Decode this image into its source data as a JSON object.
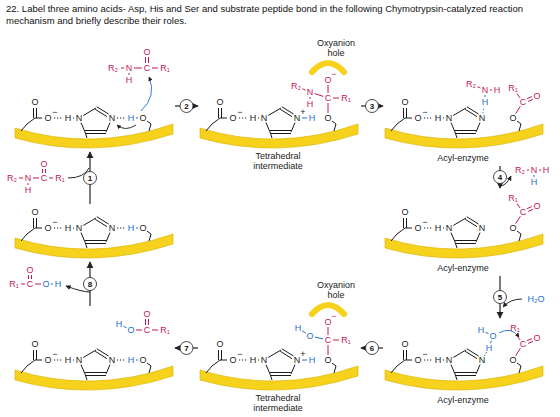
{
  "diagram": {
    "title": "22. Label three amino acids- Asp, His and Ser and substrate peptide bond in the following Chymotrypsin-catalyzed reaction mechanism and briefly describe their roles.",
    "nodes": [
      {
        "text": [
          "O",
          "O",
          "−",
          "H",
          "N",
          "N",
          "H",
          "O",
          "R₂",
          "N",
          "H",
          "C",
          "O",
          "R₁"
        ]
      },
      {
        "text": [
          "Oxyanion hole",
          "Tetrahedral intermediate",
          "O",
          "O",
          "−",
          "H",
          "N",
          "N",
          "+",
          "H",
          "O",
          "C",
          "O",
          "−",
          "N",
          "H",
          "R₂",
          "R₁"
        ]
      },
      {
        "text": [
          "Acyl-enzyme",
          "O",
          "O",
          "−",
          "H",
          "N",
          "N",
          "R₂",
          "N",
          "H",
          "H",
          "O",
          "C",
          "O",
          "R₁"
        ]
      },
      {
        "text": [
          "O",
          "O",
          "−",
          "H",
          "N",
          "N",
          "H",
          "O"
        ]
      },
      {
        "text": [
          "Acyl-enzyme",
          "O",
          "O",
          "−",
          "H",
          "N",
          "N",
          "O",
          "C",
          "O",
          "R₁"
        ]
      },
      {
        "text": [
          "O",
          "O",
          "−",
          "H",
          "N",
          "N",
          "H",
          "O",
          "H",
          "O",
          "C",
          "O",
          "R₁"
        ]
      },
      {
        "text": [
          "Oxyanion hole",
          "Tetrahedral intermediate",
          "O",
          "O",
          "−",
          "H",
          "N",
          "N",
          "+",
          "H",
          "O",
          "C",
          "O",
          "−",
          "H",
          "O",
          "R₁"
        ]
      },
      {
        "text": [
          "Acyl-enzyme",
          "O",
          "O",
          "−",
          "H",
          "N",
          "N",
          "H",
          "O",
          "H",
          "O",
          "C",
          "O",
          "R₁"
        ]
      }
    ],
    "edges": [
      {
        "from": 3,
        "to": 0,
        "label": "1",
        "arrow": "to"
      },
      {
        "from": 0,
        "to": 1,
        "label": "2",
        "arrow": "to"
      },
      {
        "from": 1,
        "to": 2,
        "label": "3",
        "arrow": "to"
      },
      {
        "from": 2,
        "to": 4,
        "label": "4",
        "arrow": "to"
      },
      {
        "from": 4,
        "to": 7,
        "label": "5",
        "arrow": "to"
      },
      {
        "from": 7,
        "to": 6,
        "label": "6",
        "arrow": "to"
      },
      {
        "from": 6,
        "to": 5,
        "label": "7",
        "arrow": "to"
      },
      {
        "from": 5,
        "to": 3,
        "label": "8",
        "arrow": "to"
      }
    ],
    "labels": [
      "R₂",
      "N",
      "H",
      "C",
      "O",
      "R₁",
      "R₂",
      "N",
      "H",
      "H",
      "H₂O",
      "R₁",
      "C",
      "O",
      "O",
      "H"
    ]
  }
}
